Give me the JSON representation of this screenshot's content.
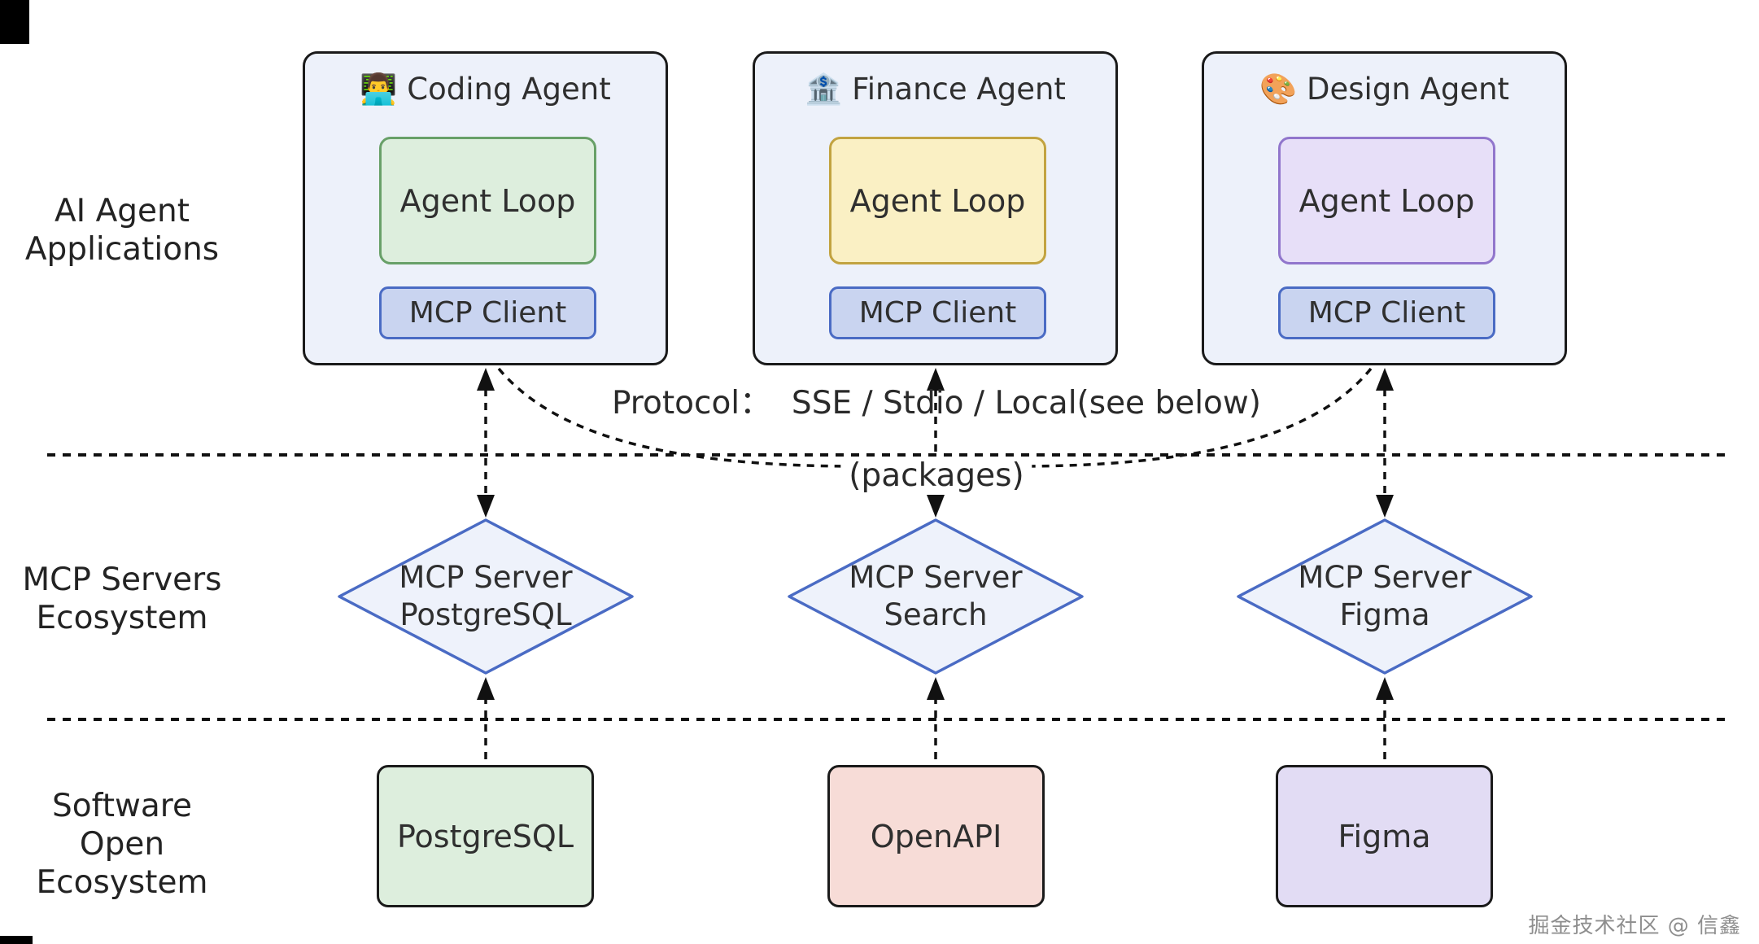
{
  "palette": {
    "card_fill": "#edf1fa",
    "card_border": "#1a1a1a",
    "loop_green_fill": "#ddeedd",
    "loop_green_border": "#68a068",
    "loop_yellow_fill": "#faf0c4",
    "loop_yellow_border": "#c2a340",
    "loop_purple_fill": "#e7dff8",
    "loop_purple_border": "#9176cc",
    "client_fill": "#c9d4f0",
    "client_border": "#4a6bc4",
    "diamond_fill": "#eef2fb",
    "diamond_border": "#4a6bc4",
    "box_green_fill": "#ddeedd",
    "box_pink_fill": "#f7dcd7",
    "box_purple_fill": "#e2dcf4",
    "box_border": "#1a1a1a",
    "line_color": "#111111",
    "text_color": "#2f2f2f"
  },
  "left_labels": {
    "applications": {
      "line1": "AI Agent",
      "line2": "Applications"
    },
    "mcp": {
      "line1": "MCP Servers",
      "line2": "Ecosystem"
    },
    "software": {
      "line1": "Software",
      "line2": "Open Ecosystem"
    }
  },
  "agents": [
    {
      "emoji": "👨‍💻",
      "title": "Coding Agent",
      "loop": "Agent Loop",
      "client": "MCP Client"
    },
    {
      "emoji": "🏦",
      "title": "Finance Agent",
      "loop": "Agent Loop",
      "client": "MCP Client"
    },
    {
      "emoji": "🎨",
      "title": "Design Agent",
      "loop": "Agent Loop",
      "client": "MCP Client"
    }
  ],
  "servers": [
    {
      "line1": "MCP Server",
      "line2": "PostgreSQL"
    },
    {
      "line1": "MCP Server",
      "line2": "Search"
    },
    {
      "line1": "MCP Server",
      "line2": "Figma"
    }
  ],
  "software_boxes": [
    {
      "label": "PostgreSQL"
    },
    {
      "label": "OpenAPI"
    },
    {
      "label": "Figma"
    }
  ],
  "annotations": {
    "protocol": "Protocol：  SSE / Stdio / Local(see below)",
    "packages": "(packages)",
    "watermark": "掘金技术社区 @ 信鑫"
  }
}
